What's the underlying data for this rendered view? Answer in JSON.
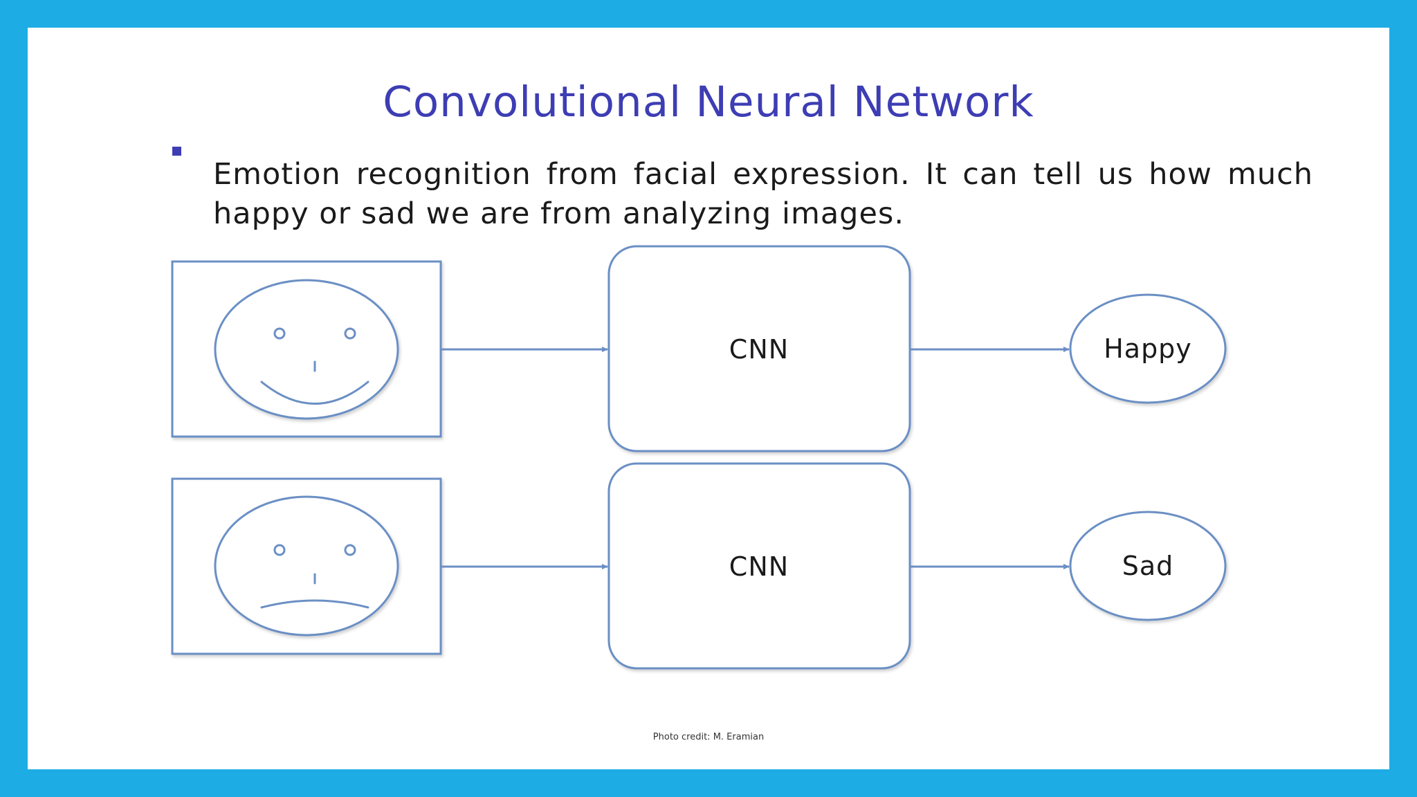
{
  "slide": {
    "title": "Convolutional Neural Network",
    "bullet": "Emotion recognition from facial expression. It can tell us how much happy or sad we are from analyzing images.",
    "photo_credit": "Photo credit: M. Eramian"
  },
  "diagram": {
    "rows": [
      {
        "input": "happy-face-icon",
        "model_label": "CNN",
        "output_label": "Happy"
      },
      {
        "input": "sad-face-icon",
        "model_label": "CNN",
        "output_label": "Sad"
      }
    ]
  },
  "colors": {
    "background": "#1eace4",
    "slide": "#ffffff",
    "title": "#3d3db4",
    "diagram_stroke": "#6b8fc4"
  }
}
